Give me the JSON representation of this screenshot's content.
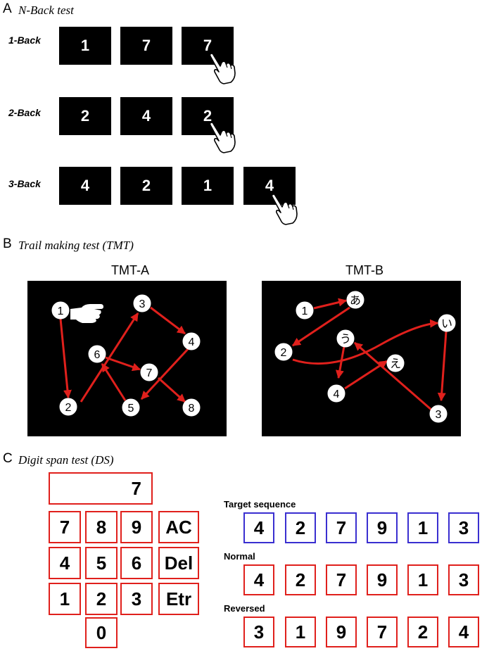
{
  "panel_a": {
    "letter": "A",
    "title": "N-Back test",
    "rows": [
      {
        "label": "1-Back",
        "digits": [
          "1",
          "7",
          "7"
        ]
      },
      {
        "label": "2-Back",
        "digits": [
          "2",
          "4",
          "2"
        ]
      },
      {
        "label": "3-Back",
        "digits": [
          "4",
          "2",
          "1",
          "4"
        ]
      }
    ]
  },
  "panel_b": {
    "letter": "B",
    "title": "Trail making test (TMT)",
    "tmt_a": {
      "title": "TMT-A",
      "nodes": [
        "1",
        "2",
        "3",
        "4",
        "5",
        "6",
        "7",
        "8"
      ]
    },
    "tmt_b": {
      "title": "TMT-B",
      "nodes": [
        "1",
        "あ",
        "2",
        "い",
        "3",
        "う",
        "4",
        "え"
      ]
    }
  },
  "panel_c": {
    "letter": "C",
    "title": "Digit span test (DS)",
    "display_value": "7",
    "keys": [
      "7",
      "8",
      "9",
      "AC",
      "4",
      "5",
      "6",
      "Del",
      "1",
      "2",
      "3",
      "Etr",
      "0"
    ],
    "target_label": "Target sequence",
    "target": [
      "4",
      "2",
      "7",
      "9",
      "1",
      "3"
    ],
    "normal_label": "Normal",
    "normal": [
      "4",
      "2",
      "7",
      "9",
      "1",
      "3"
    ],
    "reversed_label": "Reversed",
    "reversed": [
      "3",
      "1",
      "9",
      "7",
      "2",
      "4"
    ]
  },
  "colors": {
    "accent_red": "#e0201c",
    "target_blue": "#3a2fd0",
    "panel_black": "#000000"
  }
}
